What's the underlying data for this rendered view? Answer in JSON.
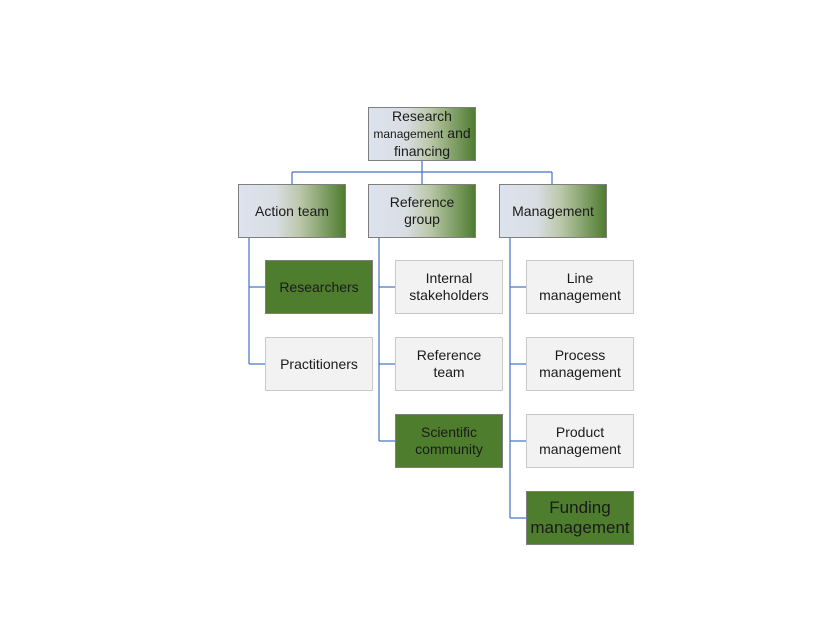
{
  "root": {
    "line1": "Research",
    "line2a": "management",
    "line2b": "and",
    "line3": "financing"
  },
  "columns": {
    "action_team": {
      "header": "Action team",
      "children": [
        "Researchers",
        "Practitioners"
      ]
    },
    "reference_group": {
      "header": "Reference group",
      "children": [
        "Internal stakeholders",
        "Reference team",
        "Scientific community"
      ]
    },
    "management": {
      "header": "Management",
      "children": [
        "Line management",
        "Process management",
        "Product management",
        "Funding management"
      ]
    }
  },
  "colors": {
    "connector": "#4472c4",
    "green_fill": "#4e7d2e",
    "plain_fill": "#f2f2f2"
  }
}
